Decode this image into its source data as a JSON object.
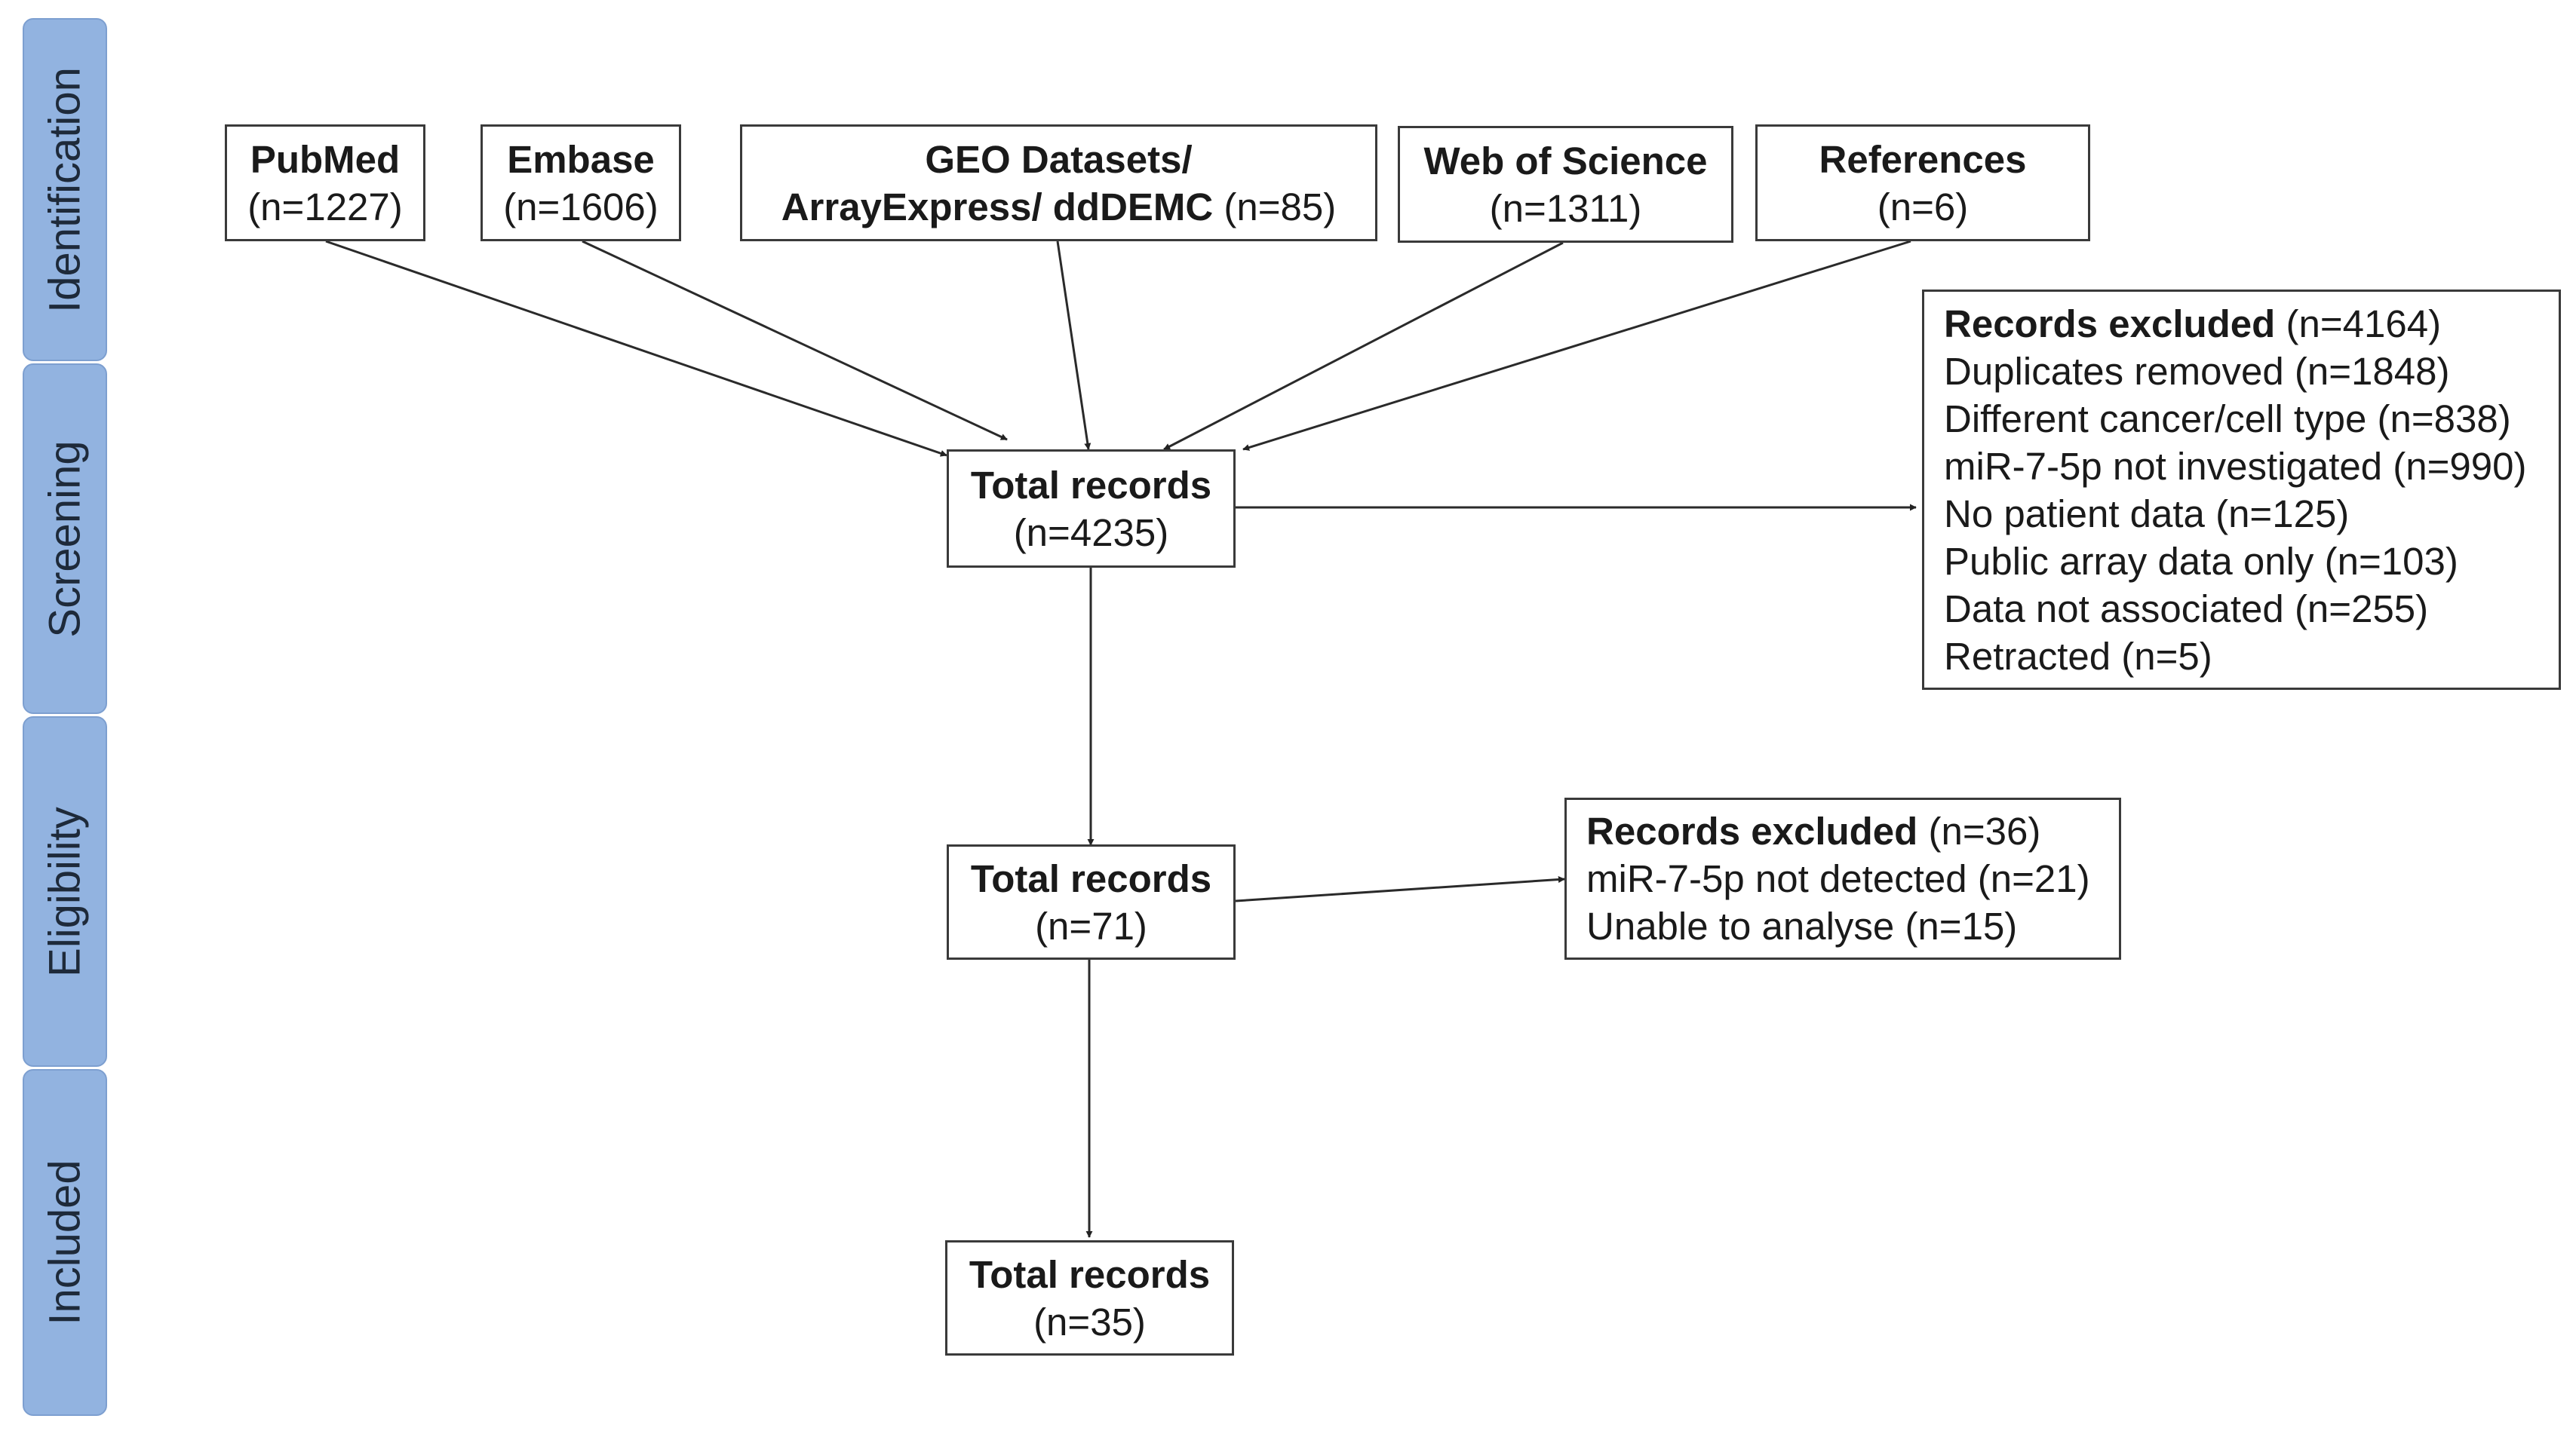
{
  "phases": [
    "Identification",
    "Screening",
    "Eligibility",
    "Included"
  ],
  "sources": {
    "pubmed": {
      "name": "PubMed",
      "count": "(n=1227)"
    },
    "embase": {
      "name": "Embase",
      "count": "(n=1606)"
    },
    "geo": {
      "name_line1": "GEO Datasets/",
      "name_line2": "ArrayExpress/ ddDEMC",
      "count": " (n=85)"
    },
    "wos": {
      "name": "Web of Science",
      "count": "(n=1311)"
    },
    "references": {
      "name": "References",
      "count": "(n=6)"
    }
  },
  "screening_total": {
    "title": "Total records",
    "count": "(n=4235)"
  },
  "screening_excluded": {
    "title": "Records excluded",
    "count": " (n=4164)",
    "reasons": [
      "Duplicates removed (n=1848)",
      "Different cancer/cell type (n=838)",
      "miR-7-5p not investigated (n=990)",
      "No patient data (n=125)",
      "Public array data only (n=103)",
      "Data not associated (n=255)",
      "Retracted (n=5)"
    ]
  },
  "eligibility_total": {
    "title": "Total records",
    "count": "(n=71)"
  },
  "eligibility_excluded": {
    "title": "Records excluded",
    "count": " (n=36)",
    "reasons": [
      "miR-7-5p not detected (n=21)",
      "Unable to analyse (n=15)"
    ]
  },
  "included_total": {
    "title": "Total records",
    "count": "(n=35)"
  }
}
